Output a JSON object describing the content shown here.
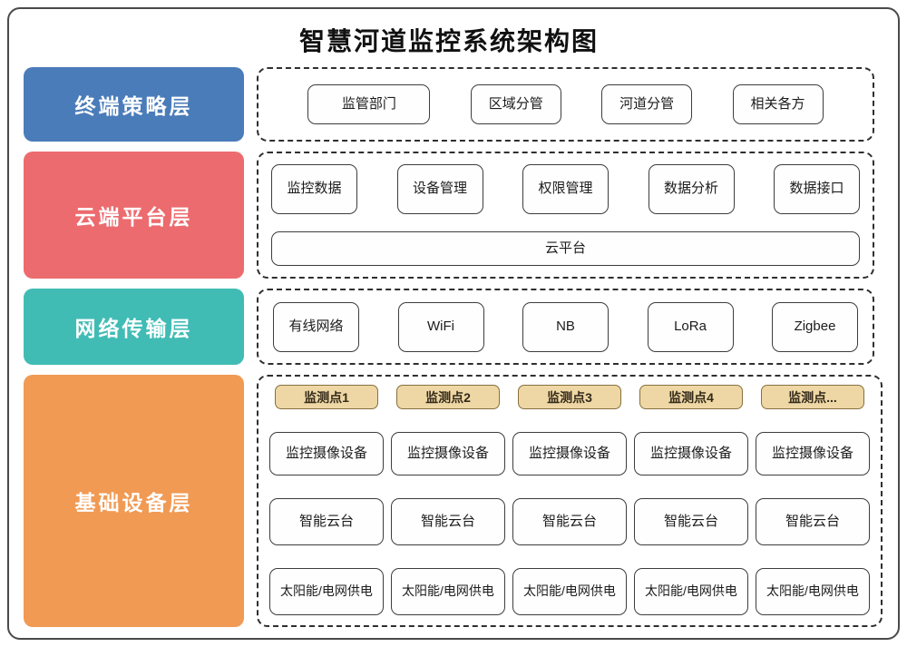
{
  "title": "智慧河道监控系统架构图",
  "colors": {
    "terminal_layer": "#4a7cb9",
    "cloud_layer": "#ec6b6e",
    "network_layer": "#41bcb5",
    "device_layer": "#f19a54",
    "monitor_point_fill": "#eed7a4",
    "monitor_point_border": "#87703d"
  },
  "layers": [
    {
      "label": "终端策略层",
      "items": [
        "监管部门",
        "区域分管",
        "河道分管",
        "相关各方"
      ]
    },
    {
      "label": "云端平台层",
      "items": [
        "监控数据",
        "设备管理",
        "权限管理",
        "数据分析",
        "数据接口"
      ],
      "platform": "云平台"
    },
    {
      "label": "网络传输层",
      "items": [
        "有线网络",
        "WiFi",
        "NB",
        "LoRa",
        "Zigbee"
      ]
    },
    {
      "label": "基础设备层",
      "columns": [
        {
          "header": "监测点1",
          "items": [
            "监控摄像设备",
            "智能云台",
            "太阳能/电网供电"
          ]
        },
        {
          "header": "监测点2",
          "items": [
            "监控摄像设备",
            "智能云台",
            "太阳能/电网供电"
          ]
        },
        {
          "header": "监测点3",
          "items": [
            "监控摄像设备",
            "智能云台",
            "太阳能/电网供电"
          ]
        },
        {
          "header": "监测点4",
          "items": [
            "监控摄像设备",
            "智能云台",
            "太阳能/电网供电"
          ]
        },
        {
          "header": "监测点...",
          "items": [
            "监控摄像设备",
            "智能云台",
            "太阳能/电网供电"
          ]
        }
      ]
    }
  ]
}
